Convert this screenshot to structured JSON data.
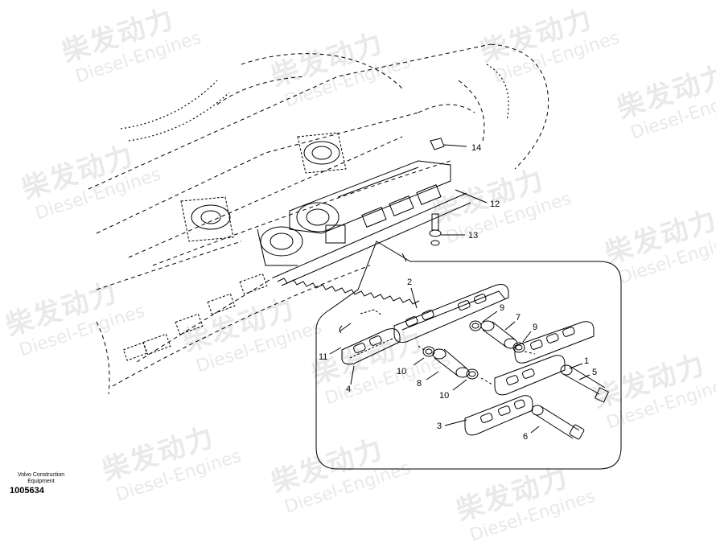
{
  "watermark": {
    "brand_cn": "柴发动力",
    "brand_en": "Diesel-Engines"
  },
  "footer": {
    "company_line1": "Volvo Construction",
    "company_line2": "Equipment",
    "part_number": "1005634"
  },
  "callouts": {
    "c14": "14",
    "c12": "12",
    "c13": "13",
    "c2": "2",
    "c9a": "9",
    "c7": "7",
    "c9b": "9",
    "c11": "11",
    "c1": "1",
    "c10a": "10",
    "c8": "8",
    "c5": "5",
    "c4": "4",
    "c10b": "10",
    "c3": "3",
    "c6": "6"
  }
}
